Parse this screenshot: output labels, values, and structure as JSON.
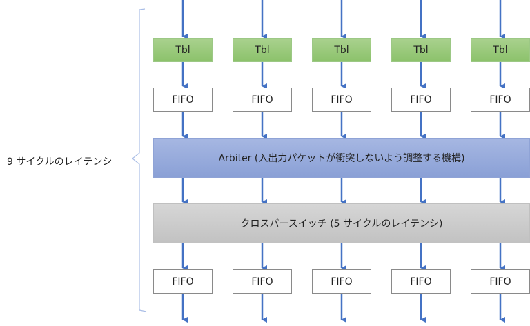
{
  "latency_label": "9 サイクルのレイテンシ",
  "lanes": [
    {
      "tbl": "Tbl",
      "fifo_top": "FIFO",
      "fifo_bottom": "FIFO"
    },
    {
      "tbl": "Tbl",
      "fifo_top": "FIFO",
      "fifo_bottom": "FIFO"
    },
    {
      "tbl": "Tbl",
      "fifo_top": "FIFO",
      "fifo_bottom": "FIFO"
    },
    {
      "tbl": "Tbl",
      "fifo_top": "FIFO",
      "fifo_bottom": "FIFO"
    },
    {
      "tbl": "Tbl",
      "fifo_top": "FIFO",
      "fifo_bottom": "FIFO"
    }
  ],
  "arbiter": {
    "label": "Arbiter (入出力パケットが衝突しないよう調整する機構)"
  },
  "crossbar": {
    "label": "クロスバースイッチ (5 サイクルのレイテンシ)"
  },
  "colors": {
    "arrow": "#4472c4",
    "bracket": "#a9bde6",
    "tbl": "#a9d18e",
    "arbiter": "#8faadc",
    "crossbar": "#c9c9c9"
  }
}
